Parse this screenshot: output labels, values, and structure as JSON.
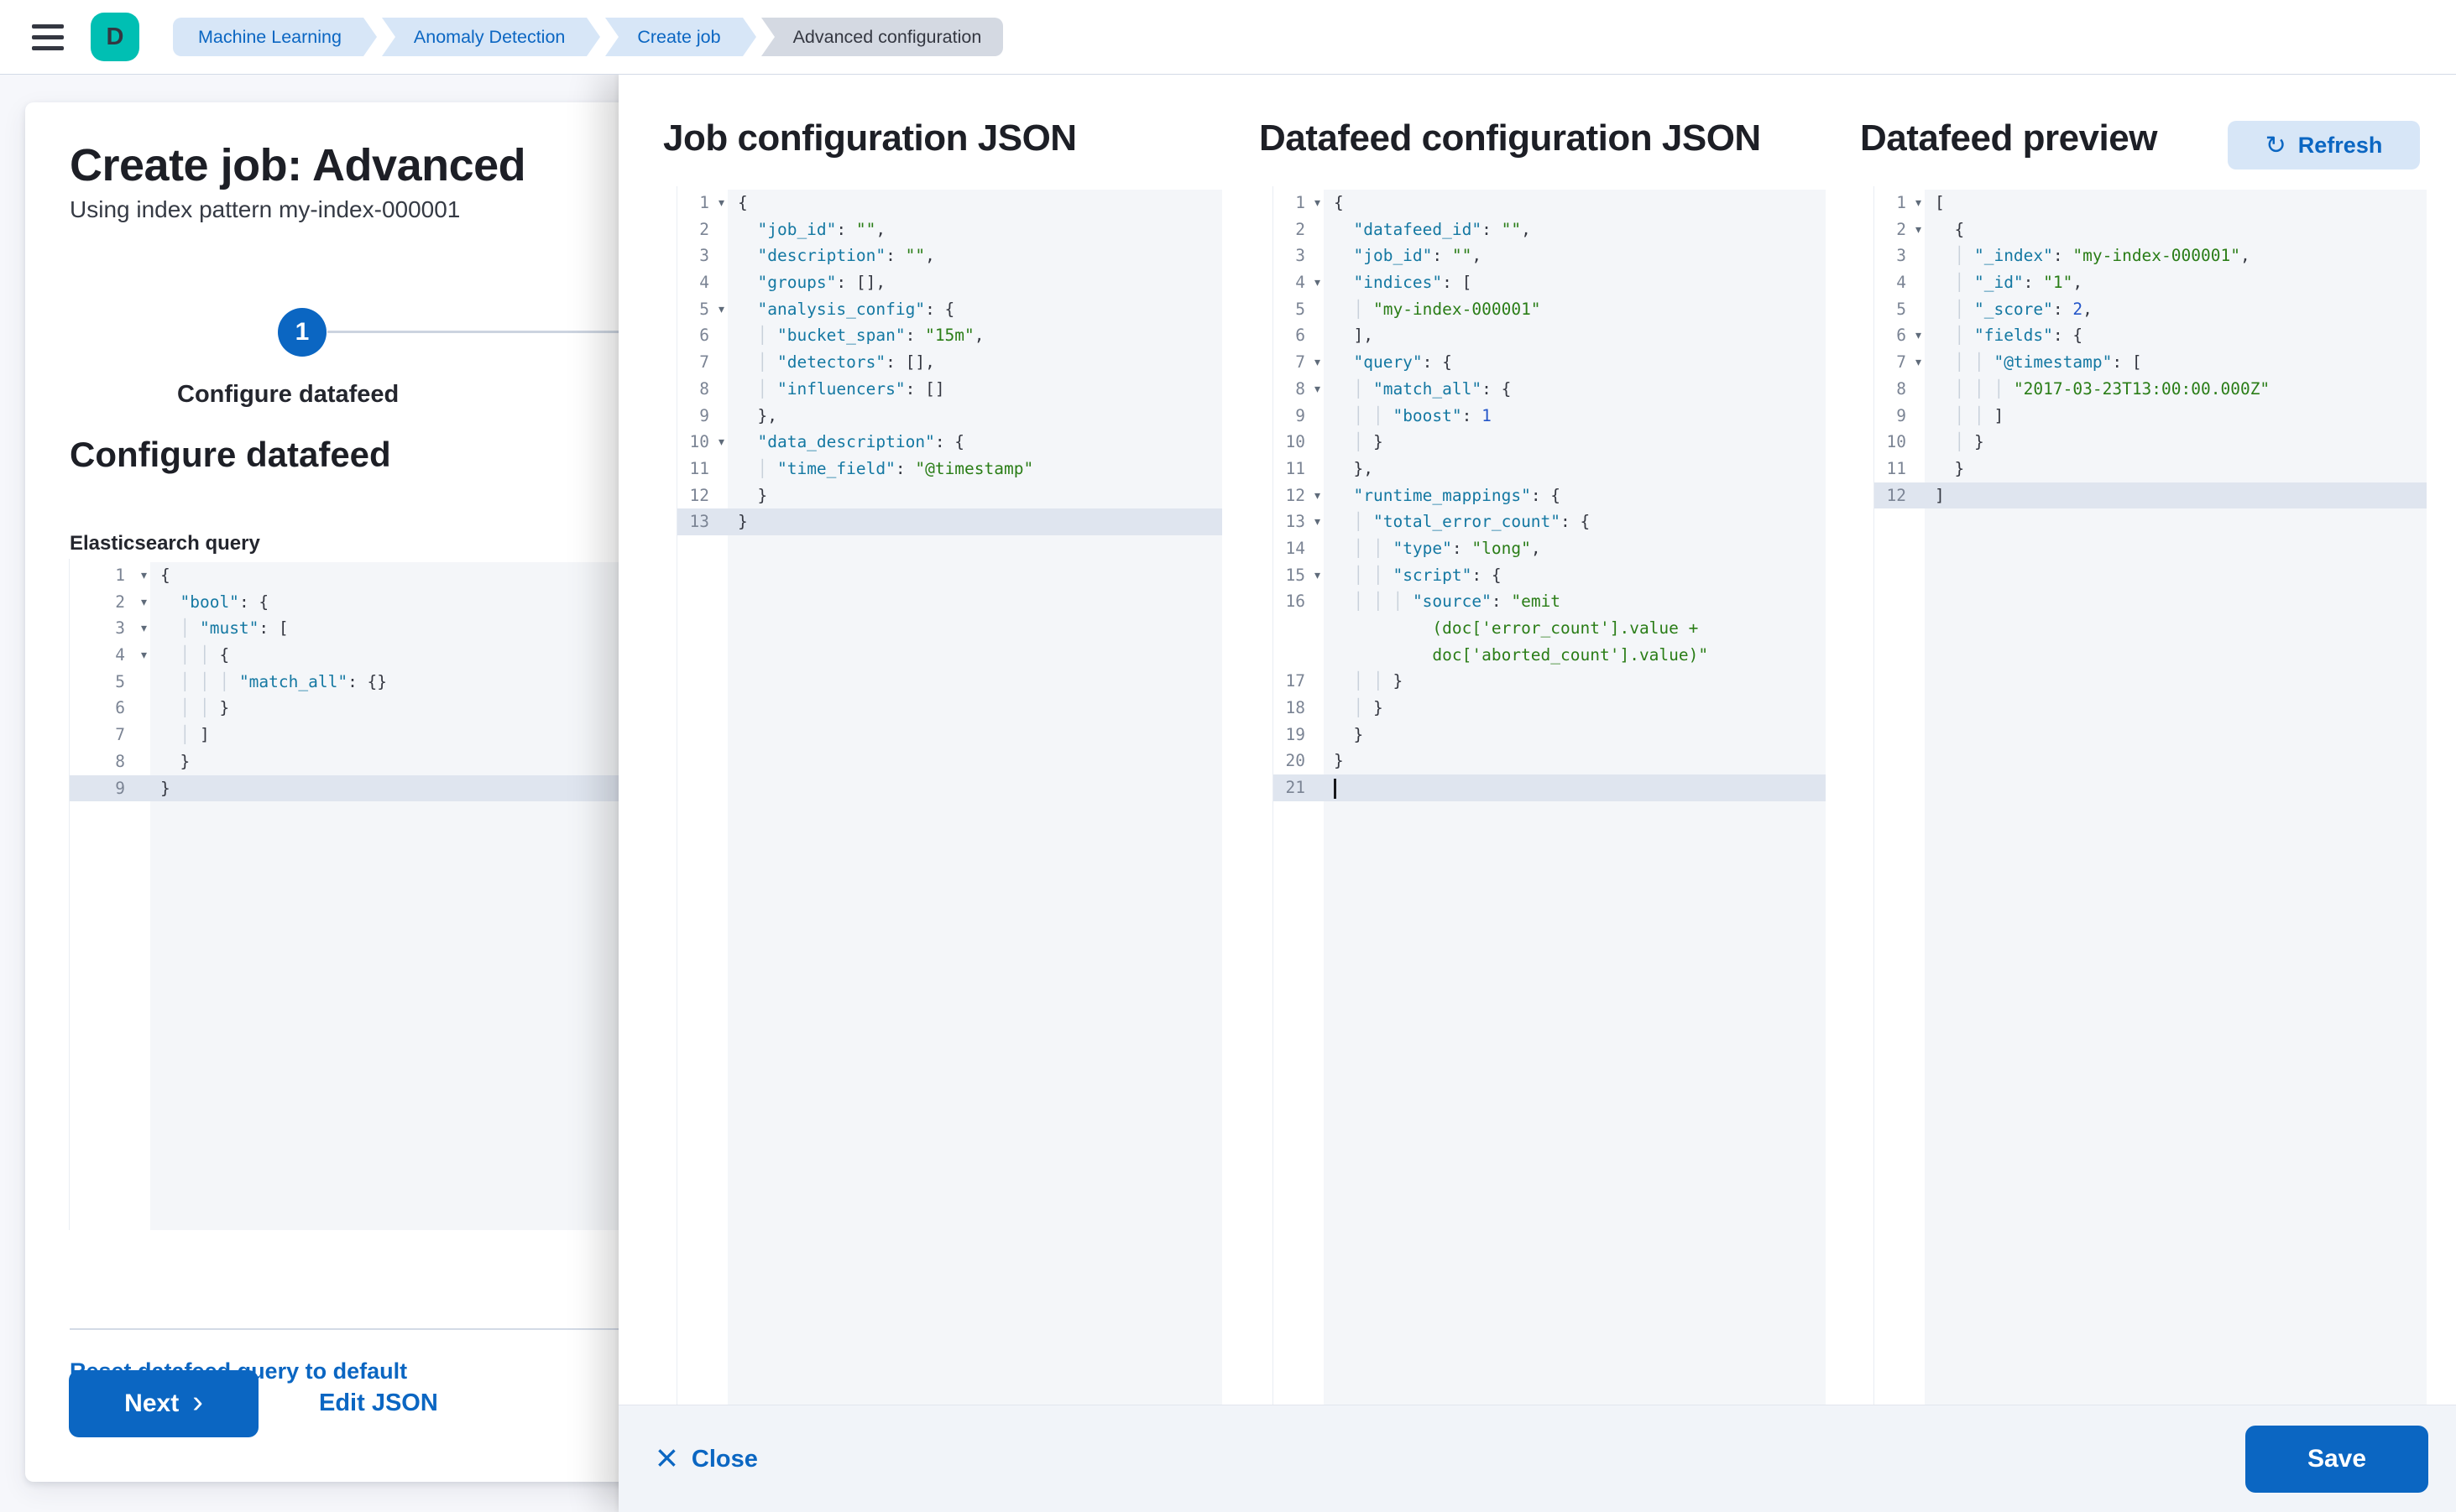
{
  "header": {
    "avatar": {
      "initial": "D",
      "color": "#00bfb3"
    },
    "breadcrumbs": [
      {
        "label": "Machine Learning"
      },
      {
        "label": "Anomaly Detection"
      },
      {
        "label": "Create job"
      },
      {
        "label": "Advanced configuration"
      }
    ]
  },
  "panel": {
    "title": "Create job: Advanced",
    "subtitle": "Using index pattern my-index-000001",
    "step": {
      "number": "1",
      "label": "Configure datafeed"
    },
    "section_heading": "Configure datafeed",
    "query_label": "Elasticsearch query",
    "reset_link": "Reset datafeed query to default",
    "next_button": "Next",
    "edit_json_link": "Edit JSON"
  },
  "flyout": {
    "columns": [
      {
        "title": "Job configuration JSON"
      },
      {
        "title": "Datafeed configuration JSON"
      },
      {
        "title": "Datafeed preview"
      }
    ],
    "refresh_button": "Refresh",
    "close_button": "Close",
    "save_button": "Save"
  },
  "icons": {
    "refresh": "↻",
    "close": "×",
    "next_chevron": "›",
    "fold_arrow": "▾",
    "menu": "hamburger-bars"
  },
  "colors": {
    "primary": "#0b66c2",
    "avatar": "#00bfb3",
    "breadcrumb_bg": "#d7e6f7",
    "breadcrumb_current_bg": "#d4d9e2",
    "editor_bg": "#f4f6f9",
    "active_line_bg": "#dfe5ef",
    "code_key": "#1478a2",
    "code_string": "#2a7d17",
    "code_number": "#2456c9"
  },
  "editors": {
    "es_query": {
      "lines": [
        {
          "n": "1",
          "fold": true,
          "tokens": [
            [
              "p",
              "{"
            ]
          ]
        },
        {
          "n": "2",
          "fold": true,
          "tokens": [
            [
              "p",
              "  "
            ],
            [
              "k",
              "\"bool\""
            ],
            [
              "p",
              ": {"
            ]
          ]
        },
        {
          "n": "3",
          "fold": true,
          "tokens": [
            [
              "p",
              "  "
            ],
            [
              "g",
              "│ "
            ],
            [
              "k",
              "\"must\""
            ],
            [
              "p",
              ": ["
            ]
          ]
        },
        {
          "n": "4",
          "fold": true,
          "tokens": [
            [
              "p",
              "  "
            ],
            [
              "g",
              "│ │ "
            ],
            [
              "p",
              "{"
            ]
          ]
        },
        {
          "n": "5",
          "tokens": [
            [
              "p",
              "  "
            ],
            [
              "g",
              "│ │ │ "
            ],
            [
              "k",
              "\"match_all\""
            ],
            [
              "p",
              ": {}"
            ]
          ]
        },
        {
          "n": "6",
          "tokens": [
            [
              "p",
              "  "
            ],
            [
              "g",
              "│ │ "
            ],
            [
              "p",
              "}"
            ]
          ]
        },
        {
          "n": "7",
          "tokens": [
            [
              "p",
              "  "
            ],
            [
              "g",
              "│ "
            ],
            [
              "p",
              "]"
            ]
          ]
        },
        {
          "n": "8",
          "tokens": [
            [
              "p",
              "  }"
            ]
          ]
        },
        {
          "n": "9",
          "active": true,
          "tokens": [
            [
              "p",
              "}"
            ]
          ]
        }
      ]
    },
    "job_config": {
      "lines": [
        {
          "n": "1",
          "fold": true,
          "tokens": [
            [
              "p",
              "{"
            ]
          ]
        },
        {
          "n": "2",
          "tokens": [
            [
              "p",
              "  "
            ],
            [
              "k",
              "\"job_id\""
            ],
            [
              "p",
              ": "
            ],
            [
              "s",
              "\"\""
            ],
            [
              "p",
              ","
            ]
          ]
        },
        {
          "n": "3",
          "tokens": [
            [
              "p",
              "  "
            ],
            [
              "k",
              "\"description\""
            ],
            [
              "p",
              ": "
            ],
            [
              "s",
              "\"\""
            ],
            [
              "p",
              ","
            ]
          ]
        },
        {
          "n": "4",
          "tokens": [
            [
              "p",
              "  "
            ],
            [
              "k",
              "\"groups\""
            ],
            [
              "p",
              ": [],"
            ]
          ]
        },
        {
          "n": "5",
          "fold": true,
          "tokens": [
            [
              "p",
              "  "
            ],
            [
              "k",
              "\"analysis_config\""
            ],
            [
              "p",
              ": {"
            ]
          ]
        },
        {
          "n": "6",
          "tokens": [
            [
              "p",
              "  "
            ],
            [
              "g",
              "│ "
            ],
            [
              "k",
              "\"bucket_span\""
            ],
            [
              "p",
              ": "
            ],
            [
              "s",
              "\"15m\""
            ],
            [
              "p",
              ","
            ]
          ]
        },
        {
          "n": "7",
          "tokens": [
            [
              "p",
              "  "
            ],
            [
              "g",
              "│ "
            ],
            [
              "k",
              "\"detectors\""
            ],
            [
              "p",
              ": [],"
            ]
          ]
        },
        {
          "n": "8",
          "tokens": [
            [
              "p",
              "  "
            ],
            [
              "g",
              "│ "
            ],
            [
              "k",
              "\"influencers\""
            ],
            [
              "p",
              ": []"
            ]
          ]
        },
        {
          "n": "9",
          "tokens": [
            [
              "p",
              "  },"
            ]
          ]
        },
        {
          "n": "10",
          "fold": true,
          "tokens": [
            [
              "p",
              "  "
            ],
            [
              "k",
              "\"data_description\""
            ],
            [
              "p",
              ": {"
            ]
          ]
        },
        {
          "n": "11",
          "tokens": [
            [
              "p",
              "  "
            ],
            [
              "g",
              "│ "
            ],
            [
              "k",
              "\"time_field\""
            ],
            [
              "p",
              ": "
            ],
            [
              "s",
              "\"@timestamp\""
            ]
          ]
        },
        {
          "n": "12",
          "tokens": [
            [
              "p",
              "  }"
            ]
          ]
        },
        {
          "n": "13",
          "active": true,
          "tokens": [
            [
              "p",
              "}"
            ]
          ]
        }
      ]
    },
    "datafeed_config": {
      "lines": [
        {
          "n": "1",
          "fold": true,
          "tokens": [
            [
              "p",
              "{"
            ]
          ]
        },
        {
          "n": "2",
          "tokens": [
            [
              "p",
              "  "
            ],
            [
              "k",
              "\"datafeed_id\""
            ],
            [
              "p",
              ": "
            ],
            [
              "s",
              "\"\""
            ],
            [
              "p",
              ","
            ]
          ]
        },
        {
          "n": "3",
          "tokens": [
            [
              "p",
              "  "
            ],
            [
              "k",
              "\"job_id\""
            ],
            [
              "p",
              ": "
            ],
            [
              "s",
              "\"\""
            ],
            [
              "p",
              ","
            ]
          ]
        },
        {
          "n": "4",
          "fold": true,
          "tokens": [
            [
              "p",
              "  "
            ],
            [
              "k",
              "\"indices\""
            ],
            [
              "p",
              ": ["
            ]
          ]
        },
        {
          "n": "5",
          "tokens": [
            [
              "p",
              "  "
            ],
            [
              "g",
              "│ "
            ],
            [
              "s",
              "\"my-index-000001\""
            ]
          ]
        },
        {
          "n": "6",
          "tokens": [
            [
              "p",
              "  ],"
            ]
          ]
        },
        {
          "n": "7",
          "fold": true,
          "tokens": [
            [
              "p",
              "  "
            ],
            [
              "k",
              "\"query\""
            ],
            [
              "p",
              ": {"
            ]
          ]
        },
        {
          "n": "8",
          "fold": true,
          "tokens": [
            [
              "p",
              "  "
            ],
            [
              "g",
              "│ "
            ],
            [
              "k",
              "\"match_all\""
            ],
            [
              "p",
              ": {"
            ]
          ]
        },
        {
          "n": "9",
          "tokens": [
            [
              "p",
              "  "
            ],
            [
              "g",
              "│ │ "
            ],
            [
              "k",
              "\"boost\""
            ],
            [
              "p",
              ": "
            ],
            [
              "n2",
              "1"
            ]
          ]
        },
        {
          "n": "10",
          "tokens": [
            [
              "p",
              "  "
            ],
            [
              "g",
              "│ "
            ],
            [
              "p",
              "}"
            ]
          ]
        },
        {
          "n": "11",
          "tokens": [
            [
              "p",
              "  },"
            ]
          ]
        },
        {
          "n": "12",
          "fold": true,
          "tokens": [
            [
              "p",
              "  "
            ],
            [
              "k",
              "\"runtime_mappings\""
            ],
            [
              "p",
              ": {"
            ]
          ]
        },
        {
          "n": "13",
          "fold": true,
          "tokens": [
            [
              "p",
              "  "
            ],
            [
              "g",
              "│ "
            ],
            [
              "k",
              "\"total_error_count\""
            ],
            [
              "p",
              ": {"
            ]
          ]
        },
        {
          "n": "14",
          "tokens": [
            [
              "p",
              "  "
            ],
            [
              "g",
              "│ │ "
            ],
            [
              "k",
              "\"type\""
            ],
            [
              "p",
              ": "
            ],
            [
              "s",
              "\"long\""
            ],
            [
              "p",
              ","
            ]
          ]
        },
        {
          "n": "15",
          "fold": true,
          "tokens": [
            [
              "p",
              "  "
            ],
            [
              "g",
              "│ │ "
            ],
            [
              "k",
              "\"script\""
            ],
            [
              "p",
              ": {"
            ]
          ]
        },
        {
          "n": "16",
          "tokens": [
            [
              "p",
              "  "
            ],
            [
              "g",
              "│ │ │ "
            ],
            [
              "k",
              "\"source\""
            ],
            [
              "p",
              ": "
            ],
            [
              "s",
              "\"emit"
            ]
          ]
        },
        {
          "tokens": [
            [
              "p",
              "          "
            ],
            [
              "s",
              "(doc['error_count'].value +"
            ]
          ]
        },
        {
          "tokens": [
            [
              "p",
              "          "
            ],
            [
              "s",
              "doc['aborted_count'].value)\""
            ]
          ]
        },
        {
          "n": "17",
          "tokens": [
            [
              "p",
              "  "
            ],
            [
              "g",
              "│ │ "
            ],
            [
              "p",
              "}"
            ]
          ]
        },
        {
          "n": "18",
          "tokens": [
            [
              "p",
              "  "
            ],
            [
              "g",
              "│ "
            ],
            [
              "p",
              "}"
            ]
          ]
        },
        {
          "n": "19",
          "tokens": [
            [
              "p",
              "  }"
            ]
          ]
        },
        {
          "n": "20",
          "tokens": [
            [
              "p",
              "}"
            ]
          ]
        },
        {
          "n": "21",
          "active": true,
          "cursor": true,
          "tokens": []
        }
      ]
    },
    "preview": {
      "lines": [
        {
          "n": "1",
          "fold": true,
          "tokens": [
            [
              "p",
              "["
            ]
          ]
        },
        {
          "n": "2",
          "fold": true,
          "tokens": [
            [
              "p",
              "  {"
            ]
          ]
        },
        {
          "n": "3",
          "tokens": [
            [
              "p",
              "  "
            ],
            [
              "g",
              "│ "
            ],
            [
              "k",
              "\"_index\""
            ],
            [
              "p",
              ": "
            ],
            [
              "s",
              "\"my-index-000001\""
            ],
            [
              "p",
              ","
            ]
          ]
        },
        {
          "n": "4",
          "tokens": [
            [
              "p",
              "  "
            ],
            [
              "g",
              "│ "
            ],
            [
              "k",
              "\"_id\""
            ],
            [
              "p",
              ": "
            ],
            [
              "s",
              "\"1\""
            ],
            [
              "p",
              ","
            ]
          ]
        },
        {
          "n": "5",
          "tokens": [
            [
              "p",
              "  "
            ],
            [
              "g",
              "│ "
            ],
            [
              "k",
              "\"_score\""
            ],
            [
              "p",
              ": "
            ],
            [
              "n2",
              "2"
            ],
            [
              "p",
              ","
            ]
          ]
        },
        {
          "n": "6",
          "fold": true,
          "tokens": [
            [
              "p",
              "  "
            ],
            [
              "g",
              "│ "
            ],
            [
              "k",
              "\"fields\""
            ],
            [
              "p",
              ": {"
            ]
          ]
        },
        {
          "n": "7",
          "fold": true,
          "tokens": [
            [
              "p",
              "  "
            ],
            [
              "g",
              "│ │ "
            ],
            [
              "k",
              "\"@timestamp\""
            ],
            [
              "p",
              ": ["
            ]
          ]
        },
        {
          "n": "8",
          "tokens": [
            [
              "p",
              "  "
            ],
            [
              "g",
              "│ │ │ "
            ],
            [
              "s",
              "\"2017-03-23T13:00:00.000Z\""
            ]
          ]
        },
        {
          "n": "9",
          "tokens": [
            [
              "p",
              "  "
            ],
            [
              "g",
              "│ │ "
            ],
            [
              "p",
              "]"
            ]
          ]
        },
        {
          "n": "10",
          "tokens": [
            [
              "p",
              "  "
            ],
            [
              "g",
              "│ "
            ],
            [
              "p",
              "}"
            ]
          ]
        },
        {
          "n": "11",
          "tokens": [
            [
              "p",
              "  }"
            ]
          ]
        },
        {
          "n": "12",
          "active": true,
          "tokens": [
            [
              "p",
              "]"
            ]
          ]
        }
      ]
    }
  }
}
